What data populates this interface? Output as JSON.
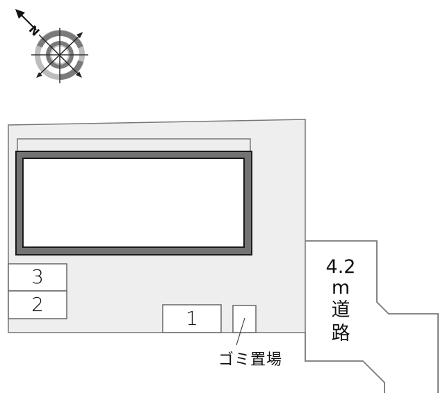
{
  "compass": {
    "north_label": "N",
    "icon": "compass-rose-icon"
  },
  "lot": {
    "fill": "#eeeeee",
    "stroke": "#777777"
  },
  "building": {
    "wall_color": "#737373",
    "outline_color": "#1a1a1a",
    "interior_fill": "#ffffff"
  },
  "parking_spaces": [
    {
      "label": "3"
    },
    {
      "label": "2"
    },
    {
      "label": "1"
    }
  ],
  "garbage": {
    "label": "ゴミ置場"
  },
  "road": {
    "width_label": "4.2",
    "unit_label": "m",
    "name_line1": "道",
    "name_line2": "路"
  }
}
